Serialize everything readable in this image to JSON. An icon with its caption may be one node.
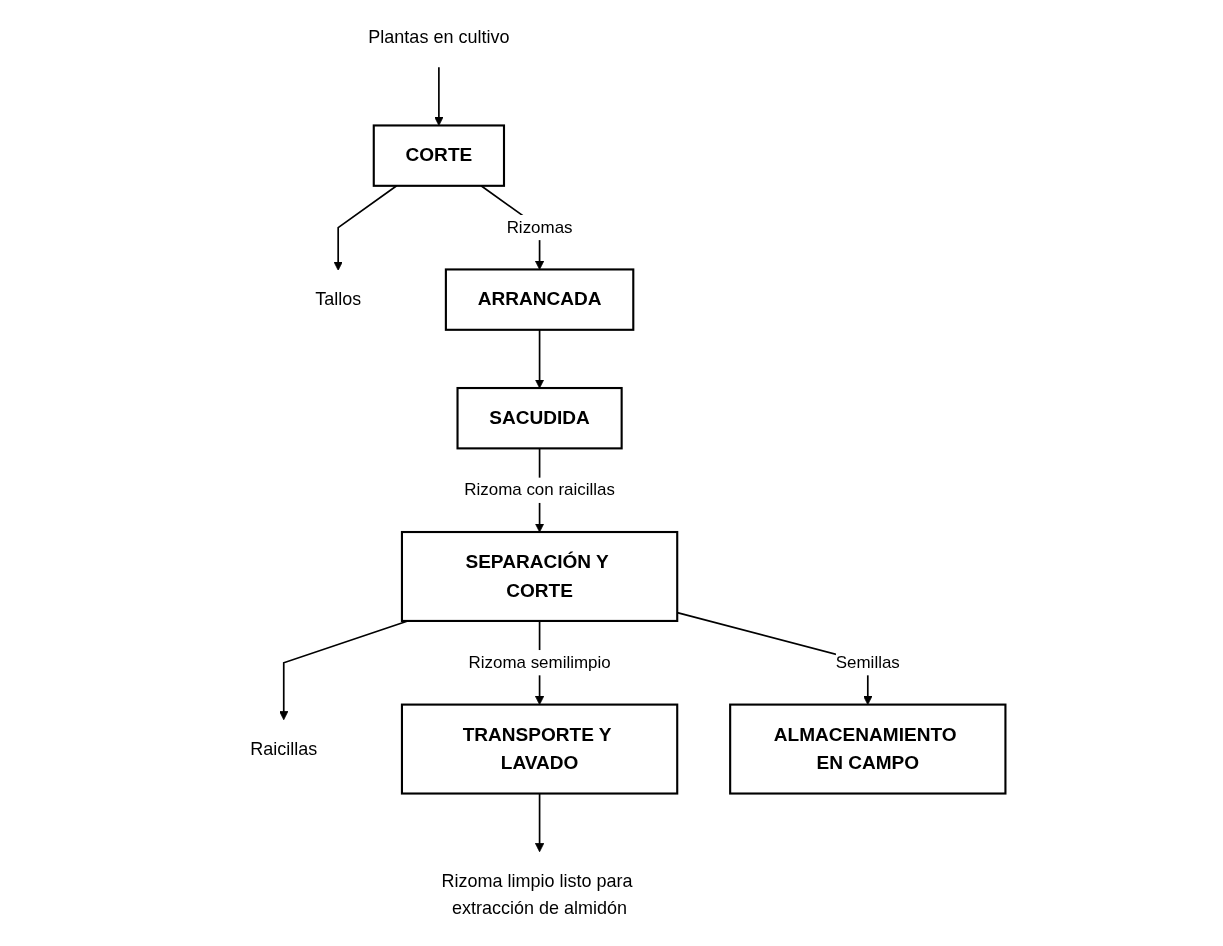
{
  "diagram": {
    "nodes": [
      {
        "text": [
          "Plantas en cultivo"
        ]
      },
      {
        "text": [
          "CORTE"
        ]
      },
      {
        "text": [
          "Tallos"
        ]
      },
      {
        "text": [
          "ARRANCADA"
        ]
      },
      {
        "text": [
          "SACUDIDA"
        ]
      },
      {
        "text": [
          "SEPARACIÓN Y CORTE"
        ]
      },
      {
        "text": [
          "Raicillas"
        ]
      },
      {
        "text": [
          "TRANSPORTE Y LAVADO"
        ]
      },
      {
        "text": [
          "ALMACENAMIENTO EN CAMPO"
        ]
      },
      {
        "text": [
          "Rizoma limpio listo para extracción de almidón"
        ]
      }
    ],
    "edges": [
      {
        "from": 0,
        "to": 1,
        "arrow": "to"
      },
      {
        "from": 1,
        "to": 2,
        "arrow": "to"
      },
      {
        "from": 1,
        "to": 3,
        "label": "Rizomas",
        "arrow": "to"
      },
      {
        "from": 3,
        "to": 4,
        "arrow": "to"
      },
      {
        "from": 4,
        "to": 5,
        "label": "Rizoma con raicillas",
        "arrow": "to"
      },
      {
        "from": 5,
        "to": 6,
        "arrow": "to"
      },
      {
        "from": 5,
        "to": 7,
        "label": "Rizoma semilimpio",
        "arrow": "to"
      },
      {
        "from": 5,
        "to": 8,
        "label": "Semillas",
        "arrow": "to"
      },
      {
        "from": 7,
        "to": 9,
        "arrow": "to"
      }
    ]
  }
}
